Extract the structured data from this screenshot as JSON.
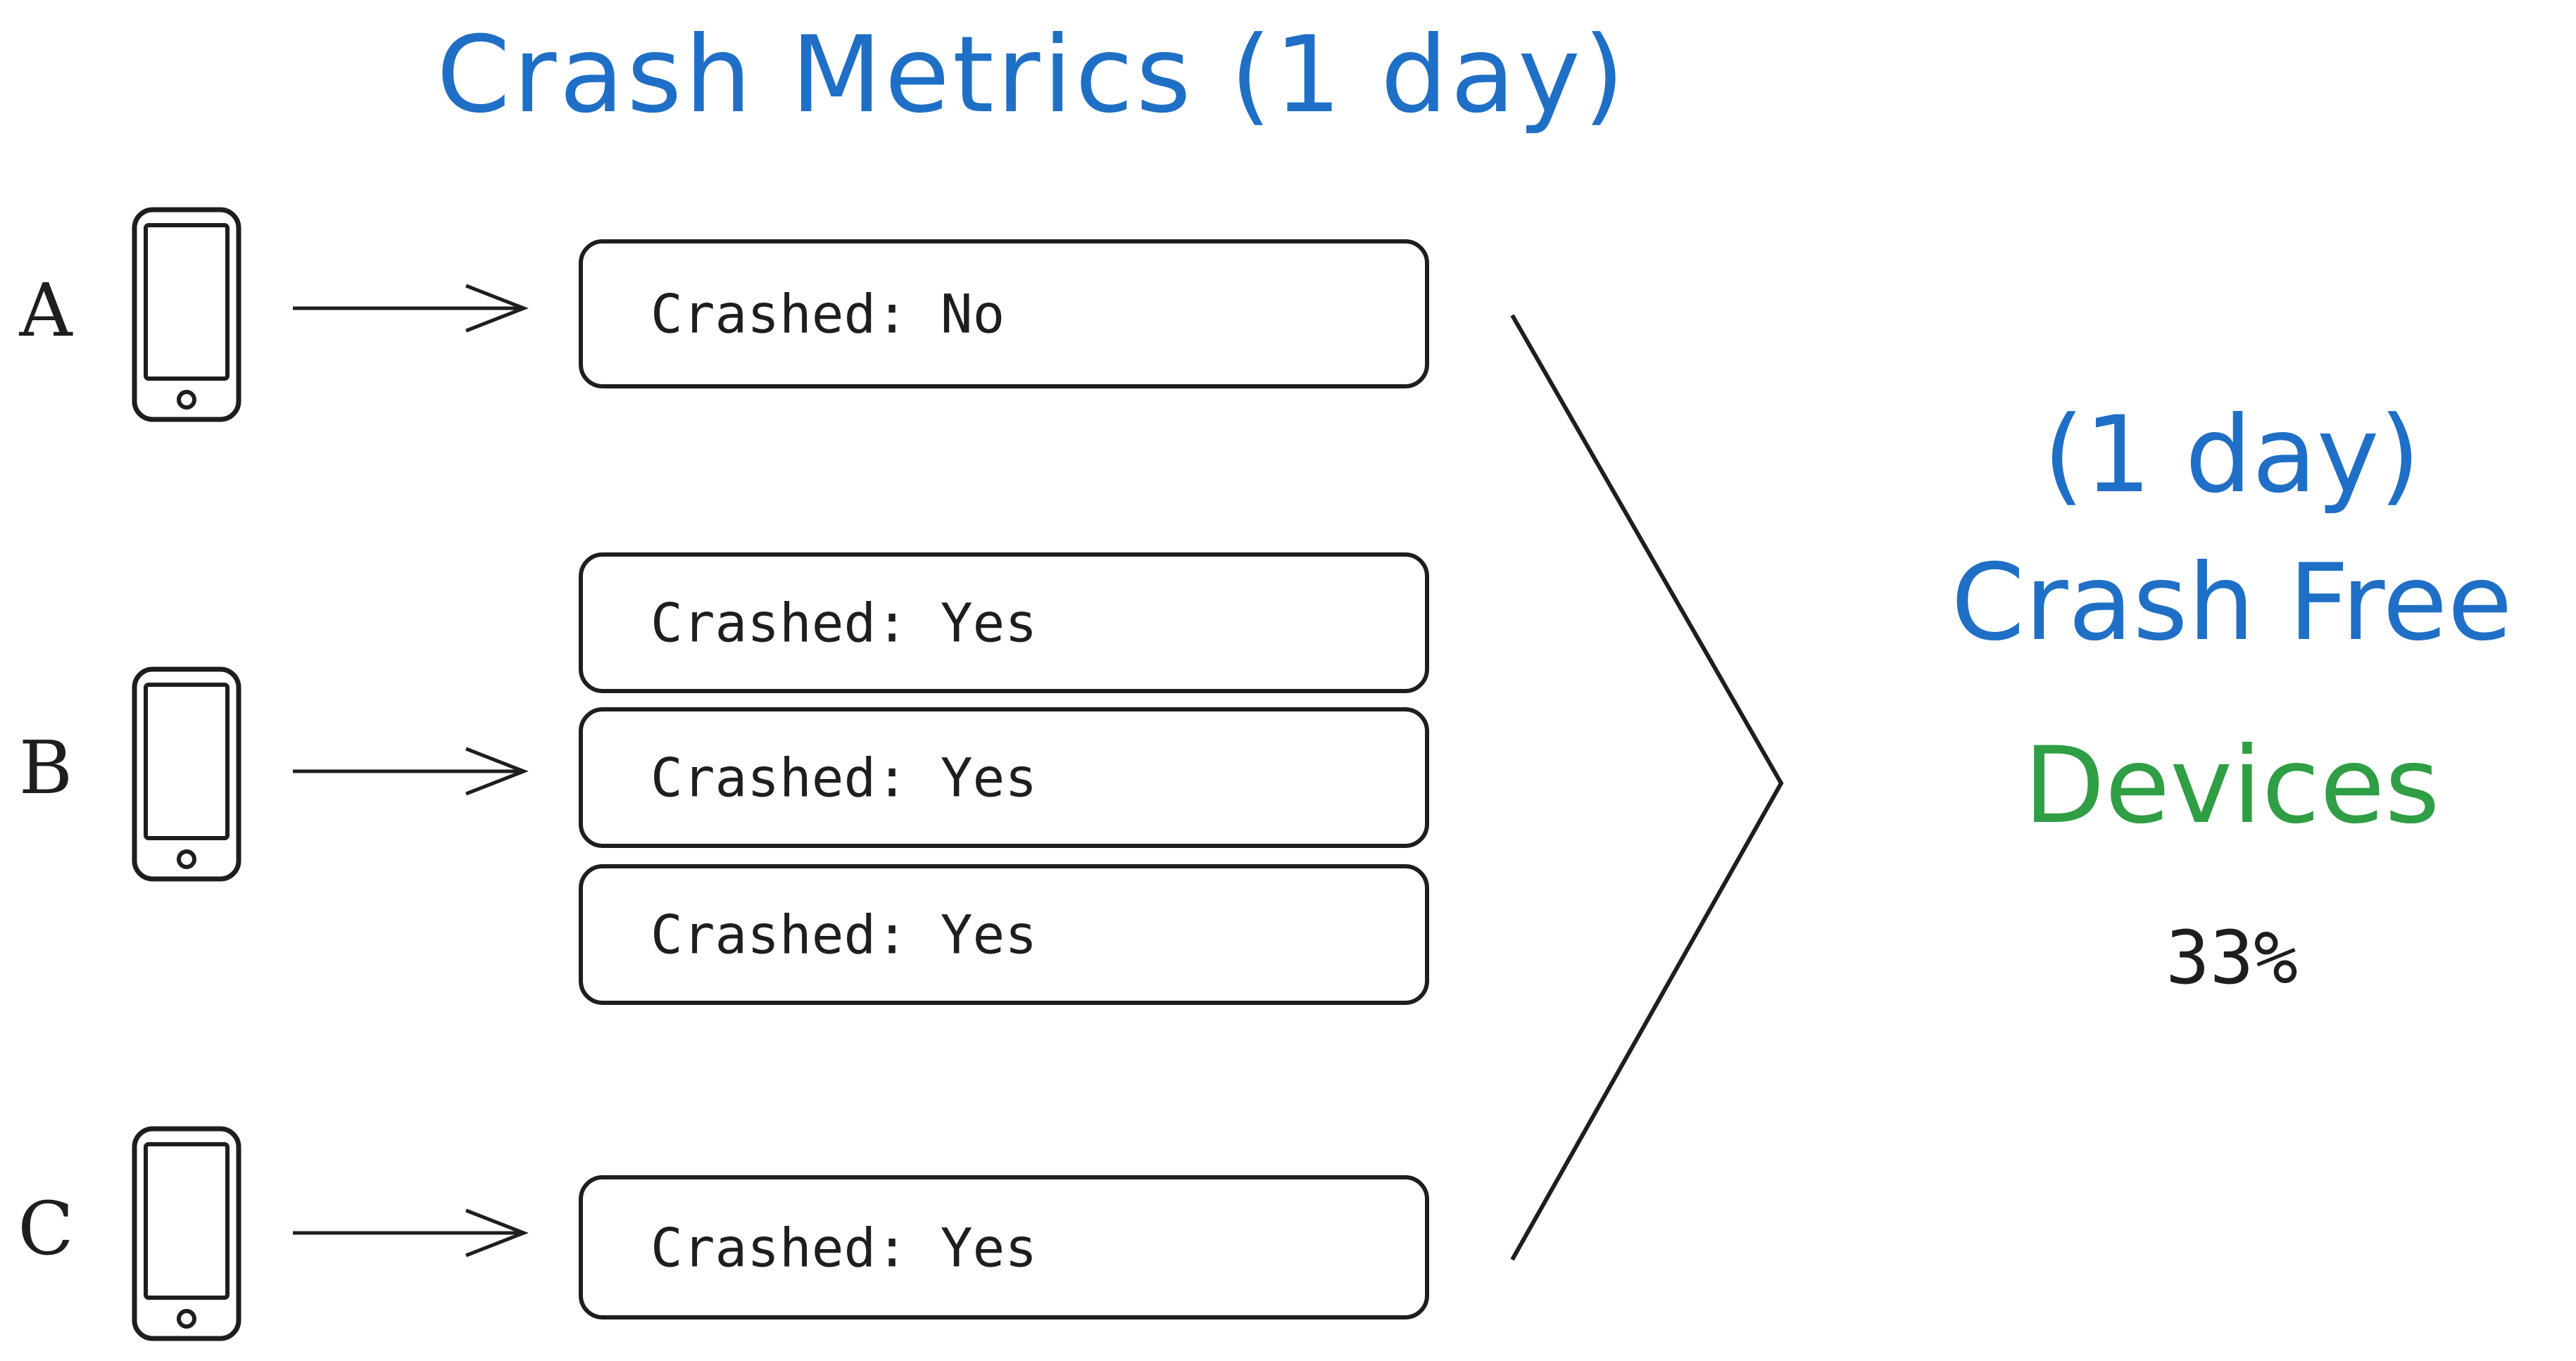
{
  "title": "Crash Metrics (1 day)",
  "devices": [
    {
      "label": "A",
      "records": [
        "Crashed: No"
      ]
    },
    {
      "label": "B",
      "records": [
        "Crashed: Yes",
        "Crashed: Yes",
        "Crashed: Yes"
      ]
    },
    {
      "label": "C",
      "records": [
        "Crashed: Yes"
      ]
    }
  ],
  "result": {
    "period": "(1 day)",
    "label_line1": "Crash Free",
    "label_line2": "Devices",
    "value": "33%"
  },
  "colors": {
    "title_blue": "#1f6fc6",
    "devices_green": "#2f9e44",
    "ink": "#1e1e1e"
  },
  "icons": [
    "smartphone-icon",
    "arrow-right-icon",
    "chevron-right-icon"
  ]
}
